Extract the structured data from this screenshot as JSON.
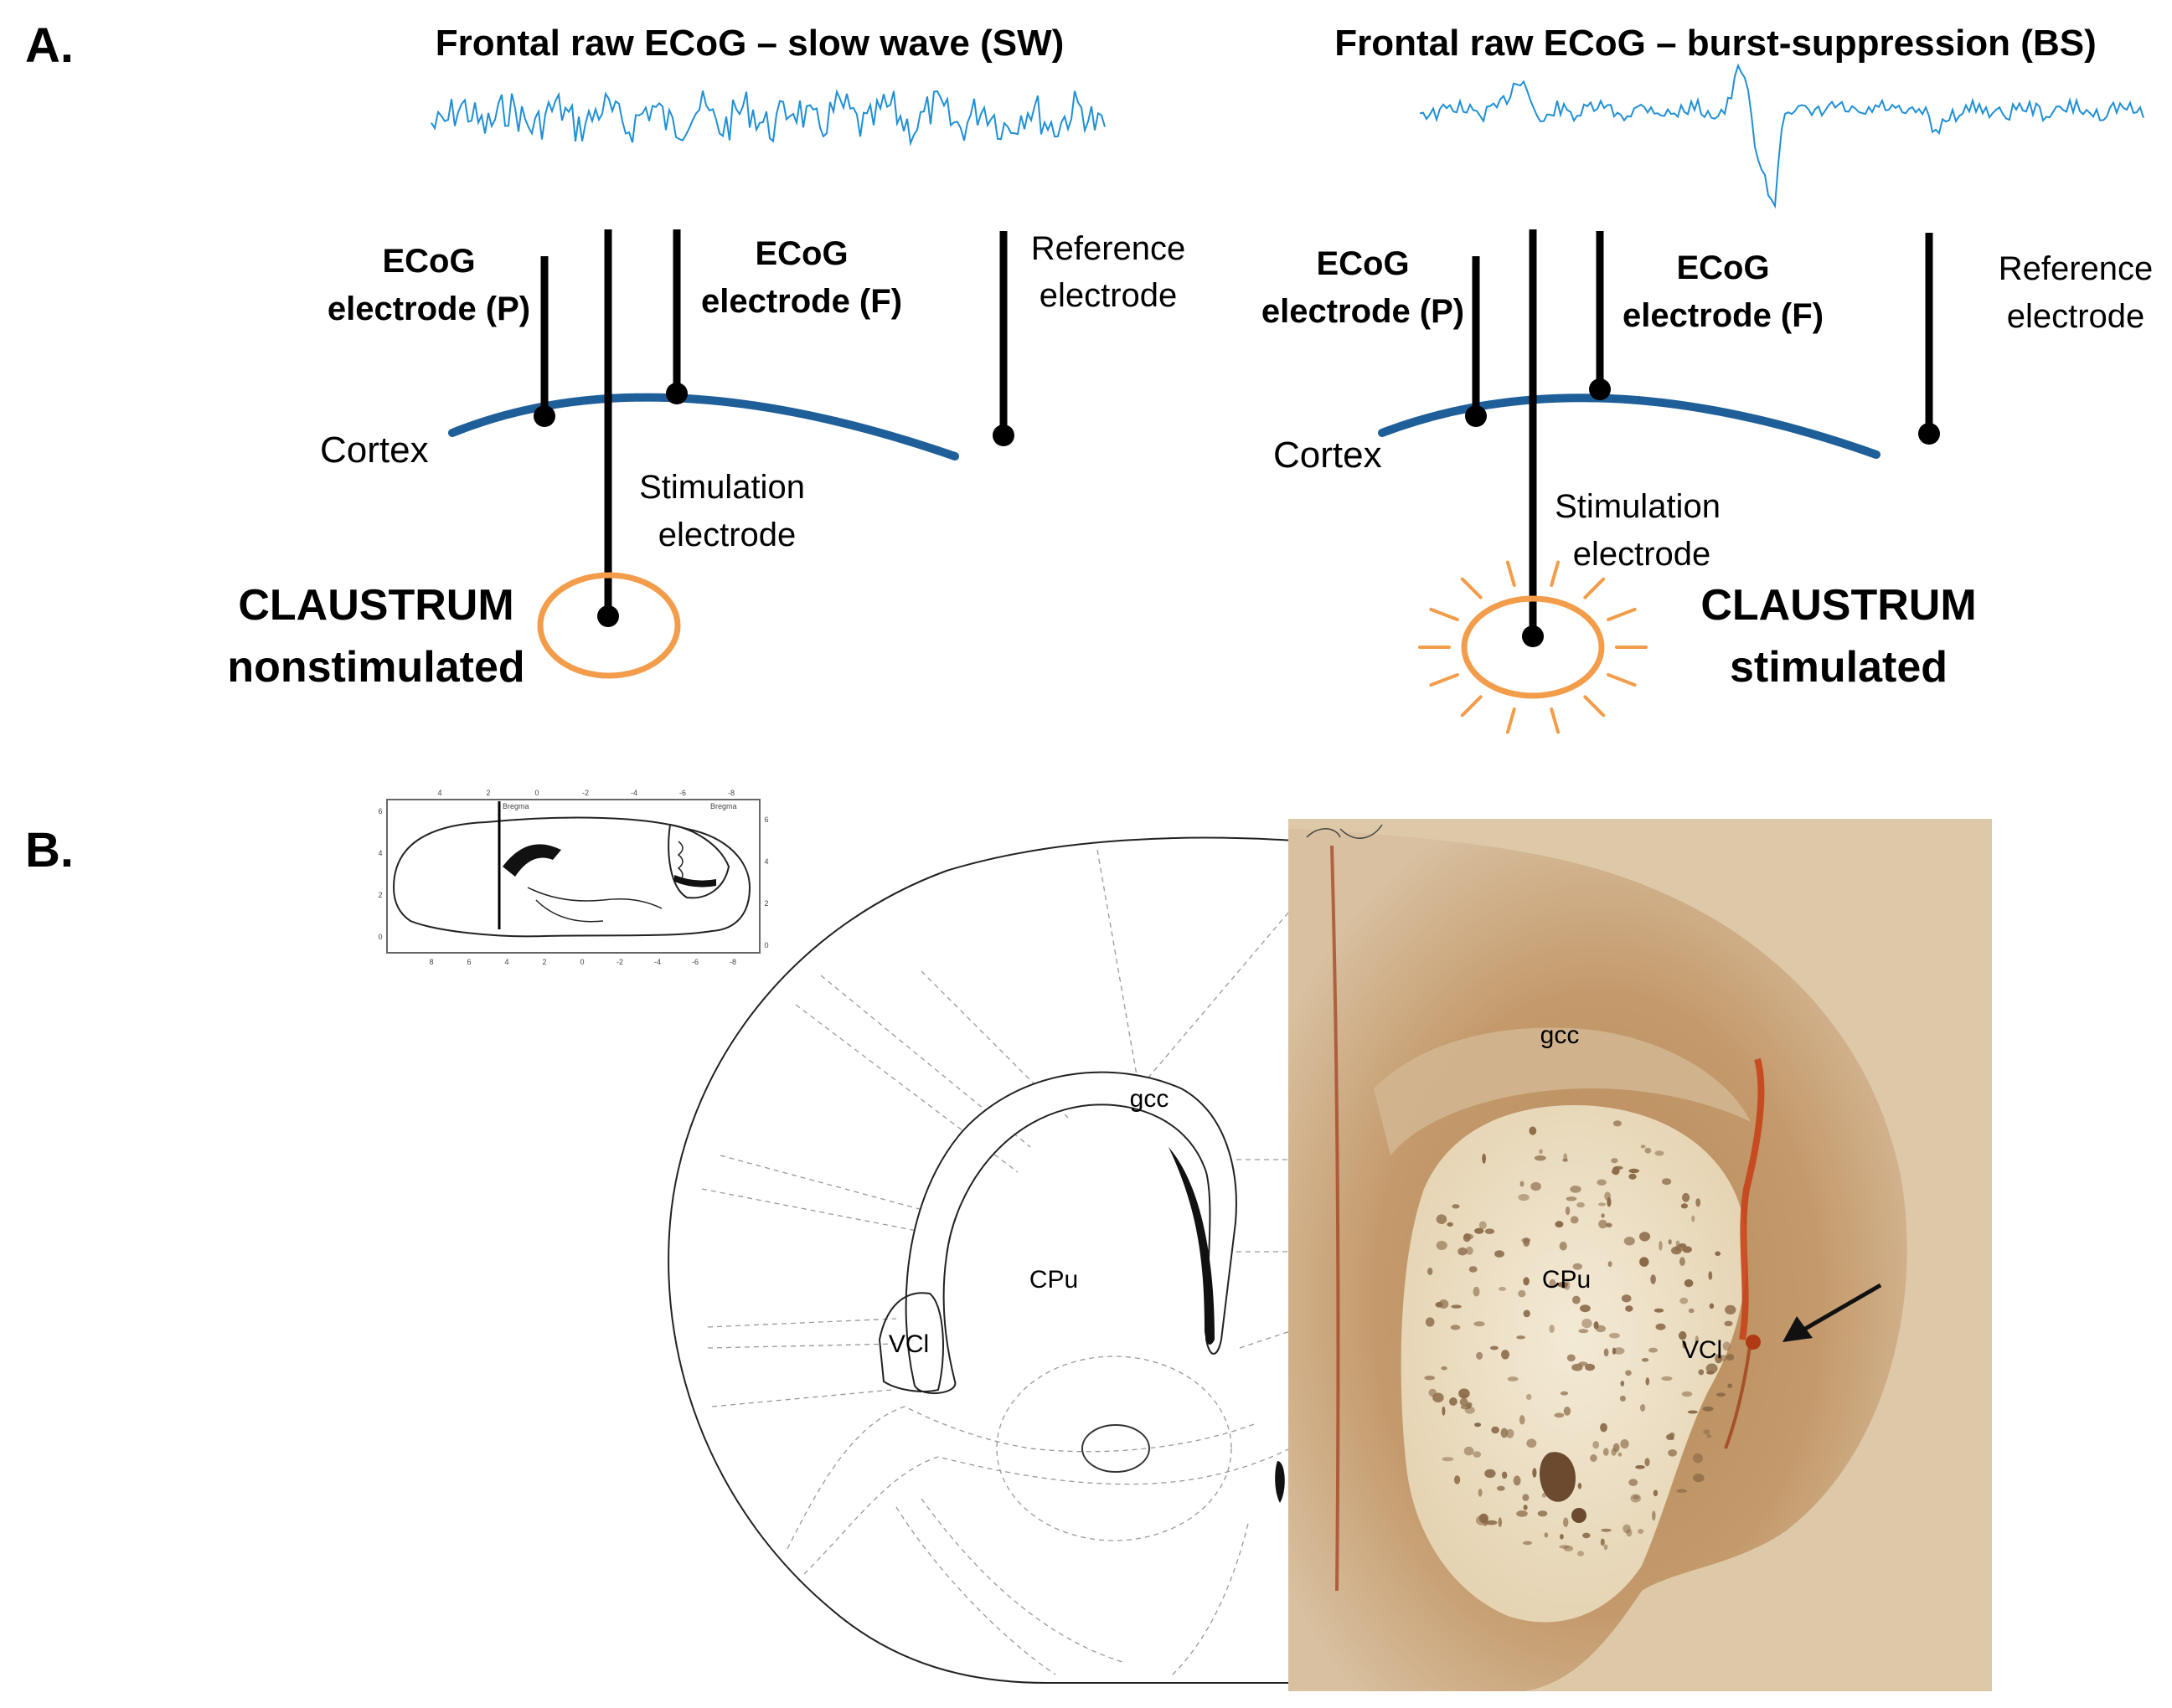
{
  "panel_a": {
    "letter": "A.",
    "left": {
      "trace_title": "Frontal raw ECoG – slow wave (SW)",
      "electrode_p": [
        "ECoG",
        "electrode (P)"
      ],
      "electrode_f": [
        "ECoG",
        "electrode (F)"
      ],
      "reference": [
        "Reference",
        "electrode"
      ],
      "cortex": "Cortex",
      "stimulation": [
        "Stimulation",
        "electrode"
      ],
      "claustrum": [
        "CLAUSTRUM",
        "nonstimulated"
      ]
    },
    "right": {
      "trace_title": "Frontal raw ECoG – burst-suppression (BS)",
      "electrode_p": [
        "ECoG",
        "electrode (P)"
      ],
      "electrode_f": [
        "ECoG",
        "electrode (F)"
      ],
      "reference": [
        "Reference",
        "electrode"
      ],
      "cortex": "Cortex",
      "stimulation": [
        "Stimulation",
        "electrode"
      ],
      "claustrum": [
        "CLAUSTRUM",
        "stimulated"
      ]
    }
  },
  "panel_b": {
    "letter": "B.",
    "atlas_labels": {
      "gcc": "gcc",
      "cpu": "CPu",
      "vcl": "VCl"
    },
    "photo_labels": {
      "gcc": "gcc",
      "cpu": "CPu",
      "vcl": "VCl"
    },
    "inset": {
      "label_left": "Bregma",
      "label_right": "Bregma",
      "x_ticks": [
        "8",
        "6",
        "4",
        "2",
        "0",
        "-2",
        "-4",
        "-6",
        "-8"
      ],
      "top_ticks": [
        "4",
        "2",
        "0",
        "-2",
        "-4",
        "-6",
        "-8"
      ],
      "y_ticks": [
        "6",
        "4",
        "2",
        "0"
      ]
    }
  },
  "colors": {
    "trace": "#1f8fd6",
    "cortex": "#1f5f99",
    "claustrum": "#f39c4a",
    "electrode": "#000000",
    "tissue_bg": "#c9a57a"
  }
}
